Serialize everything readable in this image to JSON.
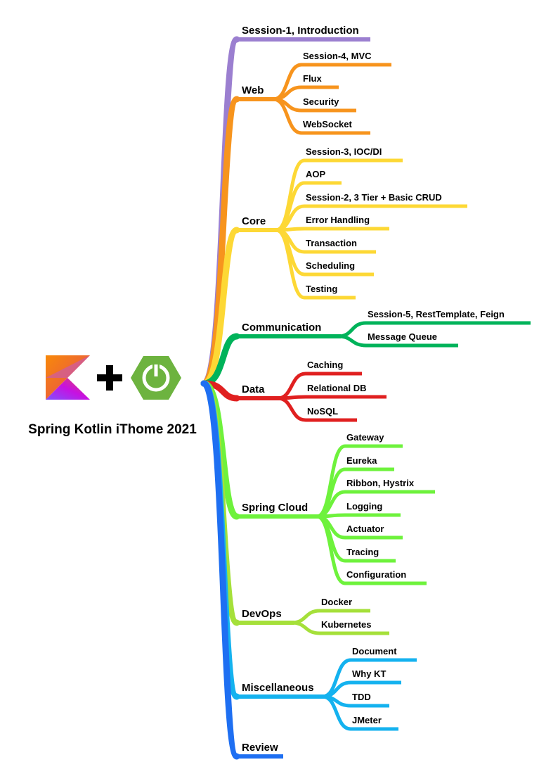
{
  "root": {
    "title": "Spring Kotlin iThome 2021",
    "logos": [
      "kotlin-logo",
      "plus-icon",
      "spring-logo"
    ]
  },
  "colors": {
    "purple": "#9b7fd0",
    "orange": "#f7941d",
    "yellow": "#fdd835",
    "green": "#00b35a",
    "red": "#e02020",
    "lime": "#6ef23c",
    "yellowgreen": "#a5e03a",
    "cyan": "#14b2ef",
    "blue": "#1e6ff2"
  },
  "branches": [
    {
      "label": "Session-1, Introduction",
      "color": "#9b7fd0",
      "children": []
    },
    {
      "label": "Web",
      "color": "#f7941d",
      "children": [
        "Session-4, MVC",
        "Flux",
        "Security",
        "WebSocket"
      ]
    },
    {
      "label": "Core",
      "color": "#fdd835",
      "children": [
        "Session-3, IOC/DI",
        "AOP",
        "Session-2, 3 Tier + Basic CRUD",
        "Error Handling",
        "Transaction",
        "Scheduling",
        "Testing"
      ]
    },
    {
      "label": "Communication",
      "color": "#00b35a",
      "children": [
        "Session-5, RestTemplate, Feign",
        "Message Queue"
      ]
    },
    {
      "label": "Data",
      "color": "#e02020",
      "children": [
        "Caching",
        "Relational DB",
        "NoSQL"
      ]
    },
    {
      "label": "Spring Cloud",
      "color": "#6ef23c",
      "children": [
        "Gateway",
        "Eureka",
        "Ribbon, Hystrix",
        "Logging",
        "Actuator",
        "Tracing",
        "Configuration"
      ]
    },
    {
      "label": "DevOps",
      "color": "#a5e03a",
      "children": [
        "Docker",
        "Kubernetes"
      ]
    },
    {
      "label": "Miscellaneous",
      "color": "#14b2ef",
      "children": [
        "Document",
        "Why KT",
        "TDD",
        "JMeter"
      ]
    },
    {
      "label": "Review",
      "color": "#1e6ff2",
      "children": []
    }
  ]
}
